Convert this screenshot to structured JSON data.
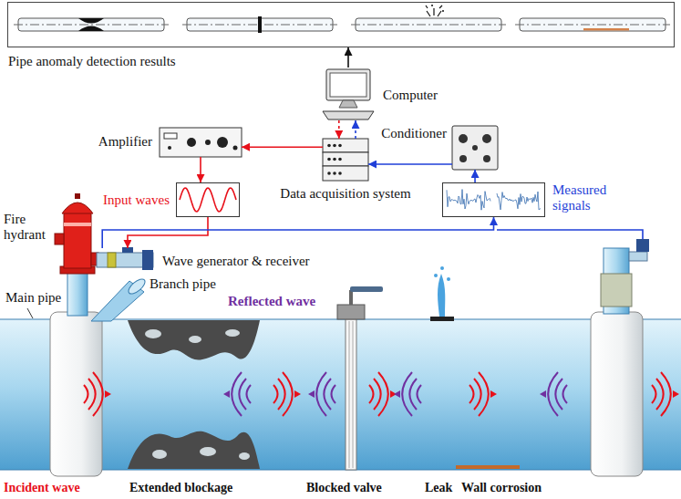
{
  "diagram": {
    "nodes": [
      {
        "text": [
          "Pipe anomaly detection results"
        ]
      },
      {
        "text": [
          "Computer"
        ]
      },
      {
        "text": [
          "Data acquisition system"
        ]
      },
      {
        "text": [
          "Amplifier"
        ]
      },
      {
        "text": [
          "Conditioner"
        ]
      },
      {
        "text": [
          "Input waves"
        ]
      },
      {
        "text": [
          "Measured signals"
        ]
      },
      {
        "text": [
          "Wave generator & receiver"
        ]
      }
    ],
    "edges": [
      {
        "from": 1,
        "to": 0,
        "arrow": "to"
      },
      {
        "from": 2,
        "to": 1,
        "arrow": "to"
      },
      {
        "from": 1,
        "to": 2,
        "arrow": "to"
      },
      {
        "from": 2,
        "to": 3,
        "arrow": "to"
      },
      {
        "from": 3,
        "to": 5,
        "arrow": "to"
      },
      {
        "from": 5,
        "to": 7,
        "arrow": "to"
      },
      {
        "from": 7,
        "to": 6,
        "arrow": "to"
      },
      {
        "from": 6,
        "to": 4,
        "arrow": "to"
      },
      {
        "from": 4,
        "to": 2,
        "arrow": "to"
      }
    ],
    "labels": [
      "Fire hydrant",
      "Main pipe",
      "Branch pipe",
      "Reflected wave",
      "Incident wave",
      "Extended blockage",
      "Blocked valve",
      "Leak",
      "Wall corrosion"
    ]
  }
}
